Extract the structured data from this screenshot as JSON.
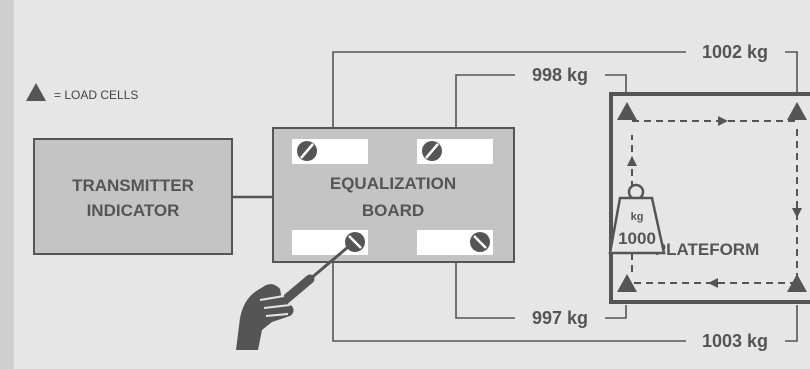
{
  "legend": {
    "text": "= LOAD CELLS"
  },
  "transmitter": {
    "line1": "TRANSMITTER",
    "line2": "INDICATOR"
  },
  "board": {
    "line1": "EQUALIZATION",
    "line2": "BOARD"
  },
  "platform": {
    "label": "PLATEFORM"
  },
  "weight": {
    "unit": "kg",
    "value": "1000"
  },
  "readings": {
    "top_outer": "1002 kg",
    "top_inner": "998 kg",
    "bottom_inner": "997 kg",
    "bottom_outer": "1003 kg"
  },
  "colors": {
    "background": "#e6e6e6",
    "panel": "#cfcfcf",
    "box_fill": "#c4c4c4",
    "line": "#555555",
    "slot": "#ffffff"
  }
}
